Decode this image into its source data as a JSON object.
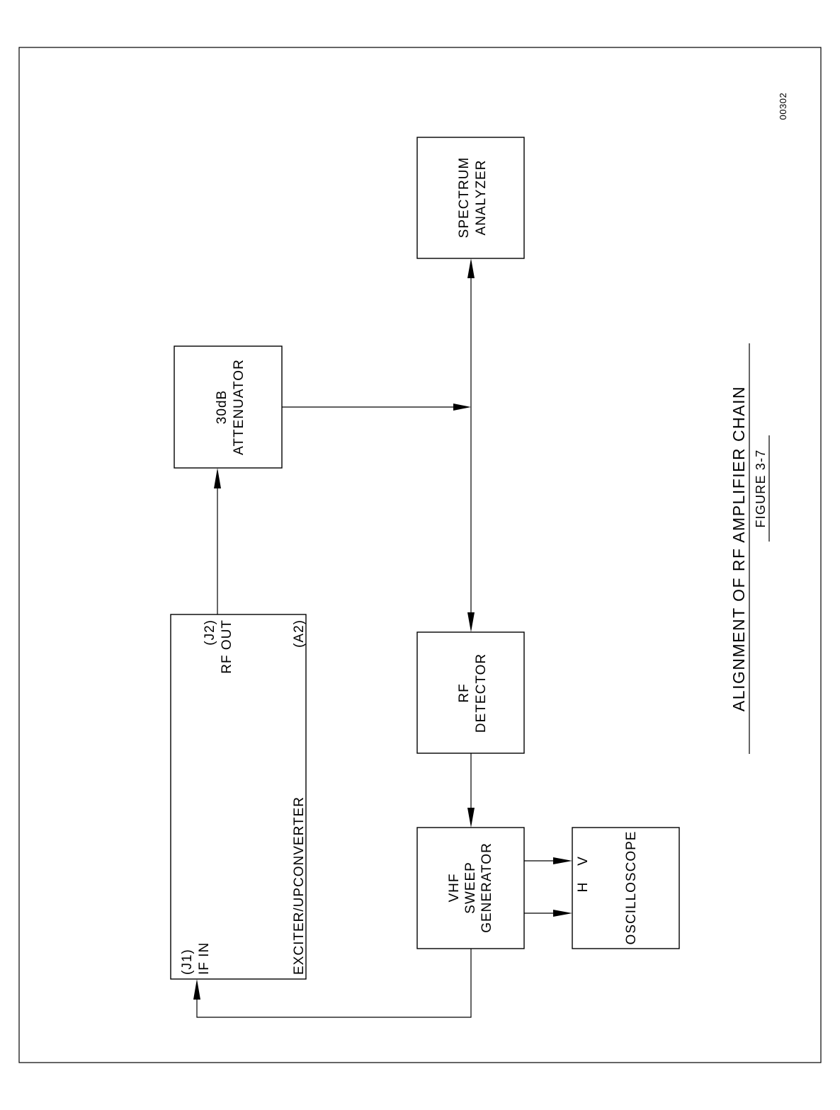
{
  "drawing_number": "00302",
  "caption": {
    "title": "ALIGNMENT OF RF AMPLIFIER CHAIN",
    "figure": "FIGURE 3-7"
  },
  "blocks": {
    "exciter": {
      "name": "EXCITER/UPCONVERTER",
      "input_port": "(J1)",
      "input_label": "IF IN",
      "output_port": "(J2)",
      "output_label": "RF OUT",
      "ref": "(A2)"
    },
    "attenuator": {
      "line1": "30dB",
      "line2": "ATTENUATOR"
    },
    "spectrum_analyzer": {
      "line1": "SPECTRUM",
      "line2": "ANALYZER"
    },
    "rf_detector": {
      "line1": "RF",
      "line2": "DETECTOR"
    },
    "sweep_generator": {
      "line1": "VHF",
      "line2": "SWEEP",
      "line3": "GENERATOR"
    },
    "oscilloscope": {
      "name": "OSCILLOSCOPE",
      "input_h": "H",
      "input_v": "V"
    }
  }
}
